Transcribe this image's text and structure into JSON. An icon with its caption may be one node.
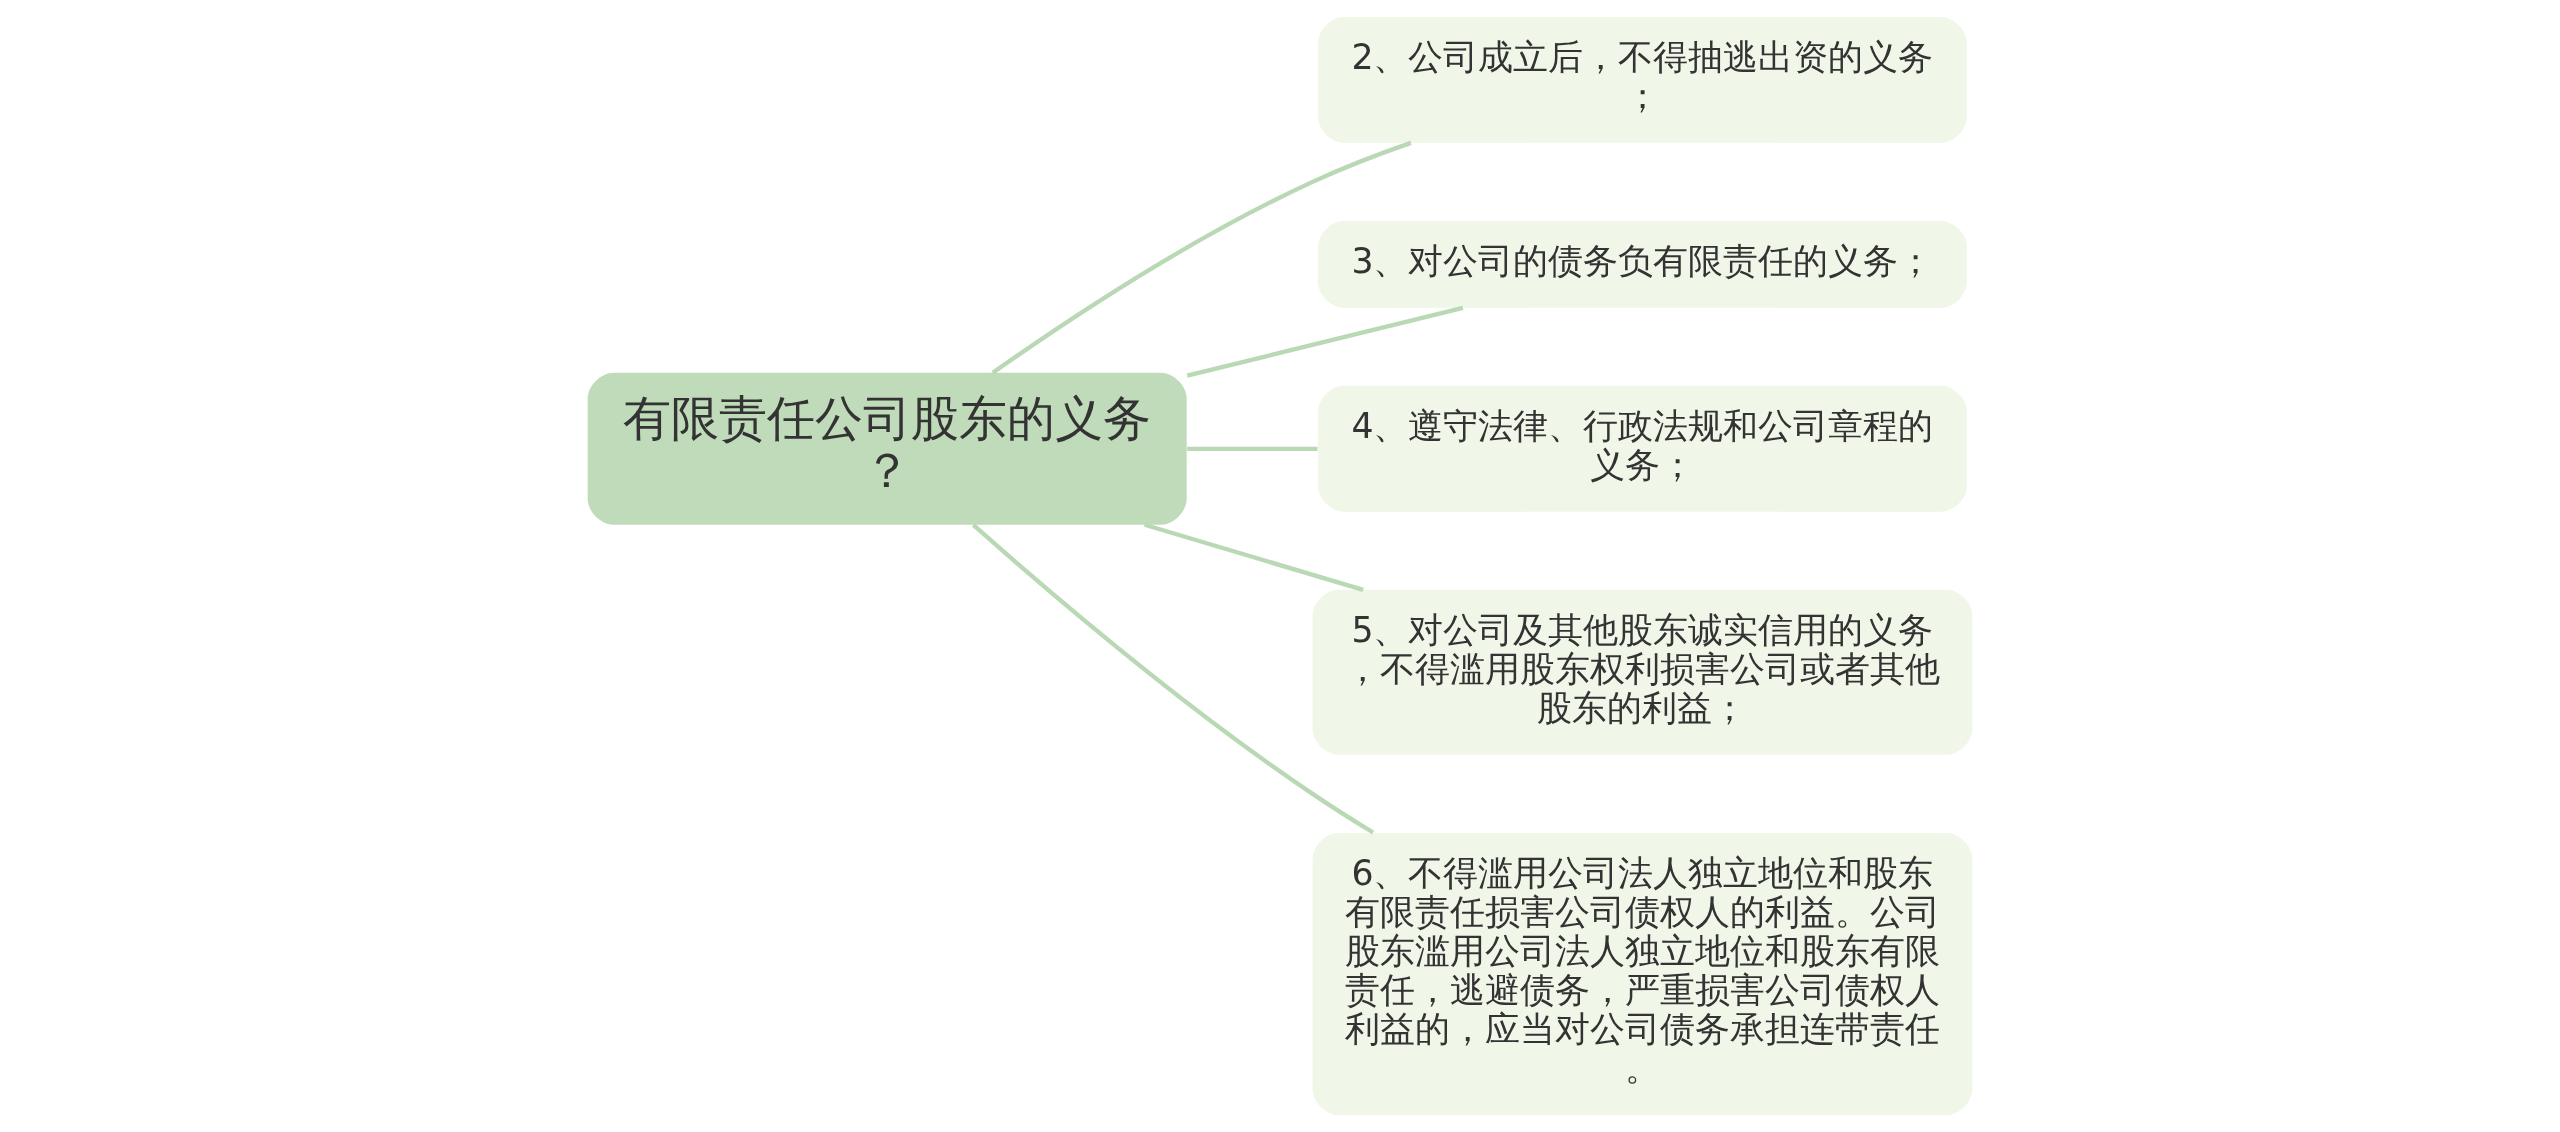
{
  "diagram": {
    "nodes": [
      {
        "text": [
          "有限责任公司股东的义务？"
        ]
      },
      {
        "text": [
          "2、公司成立后，不得抽逃出资的义务；"
        ]
      },
      {
        "text": [
          "3、对公司的债务负有限责任的义务；"
        ]
      },
      {
        "text": [
          "4、遵守法律、行政法规和公司章程的义务；"
        ]
      },
      {
        "text": [
          "5、对公司及其他股东诚实信用的义务，不得滥用股东权利损害公司或者其他股东的利益；"
        ]
      },
      {
        "text": [
          "6、不得滥用公司法人独立地位和股东有限责任损害公司债权人的利益。公司股东滥用公司法人独立地位和股东有限责任，逃避债务，严重损害公司债权人利益的，应当对公司债务承担连带责任。"
        ]
      }
    ],
    "edges": [
      {
        "from": 0,
        "to": 1,
        "arrow": "none"
      },
      {
        "from": 0,
        "to": 2,
        "arrow": "none"
      },
      {
        "from": 0,
        "to": 3,
        "arrow": "none"
      },
      {
        "from": 0,
        "to": 4,
        "arrow": "none"
      },
      {
        "from": 0,
        "to": 5,
        "arrow": "none"
      }
    ]
  }
}
